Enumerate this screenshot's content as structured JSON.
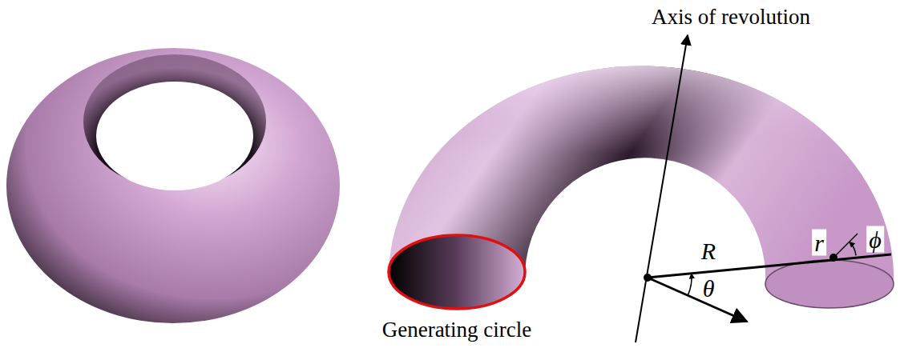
{
  "diagram": {
    "labels": [
      "Axis of revolution",
      "R",
      "r",
      "ϕ",
      "θ",
      "Generating circle"
    ]
  }
}
